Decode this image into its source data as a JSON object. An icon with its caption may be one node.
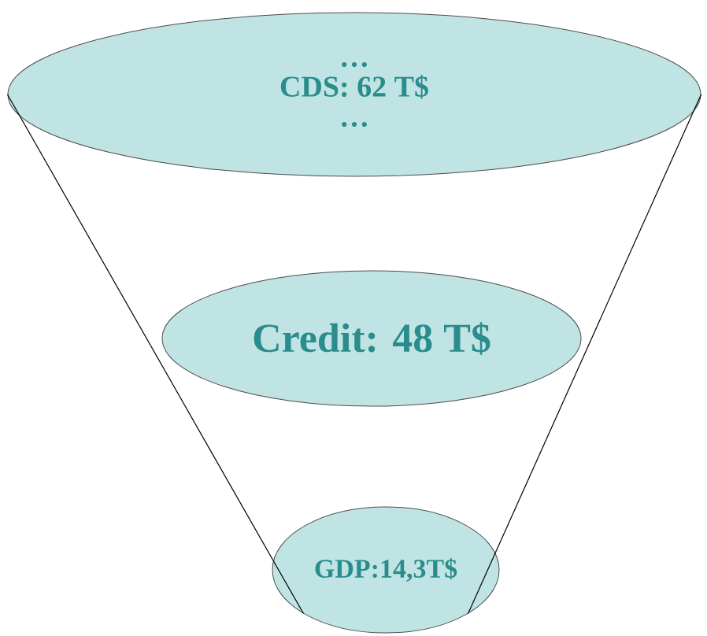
{
  "diagram": {
    "nodes": [
      {
        "text": [
          "…",
          "CDS: 62 T$",
          "…"
        ]
      },
      {
        "text": [
          "Credit: 48 T$"
        ]
      },
      {
        "text": [
          "GDP:14,3T$"
        ]
      }
    ],
    "edges": [
      {
        "from": 0,
        "to": 2,
        "arrow": "none"
      },
      {
        "from": 0,
        "to": 2,
        "arrow": "none"
      }
    ]
  }
}
